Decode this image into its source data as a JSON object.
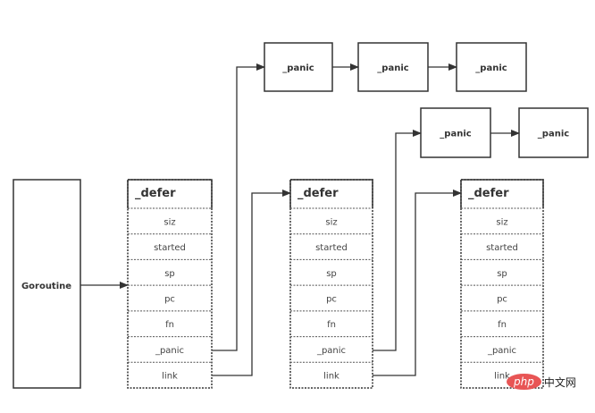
{
  "goroutine": {
    "label": "Goroutine"
  },
  "defers": [
    {
      "title": "_defer",
      "fields": [
        "siz",
        "started",
        "sp",
        "pc",
        "fn",
        "_panic",
        "link"
      ]
    },
    {
      "title": "_defer",
      "fields": [
        "siz",
        "started",
        "sp",
        "pc",
        "fn",
        "_panic",
        "link"
      ]
    },
    {
      "title": "_defer",
      "fields": [
        "siz",
        "started",
        "sp",
        "pc",
        "fn",
        "_panic",
        "link"
      ]
    }
  ],
  "panic_chains": [
    [
      "_panic",
      "_panic",
      "_panic"
    ],
    [
      "_panic",
      "_panic"
    ]
  ],
  "watermark": {
    "logo": "php",
    "text": "中文网"
  }
}
